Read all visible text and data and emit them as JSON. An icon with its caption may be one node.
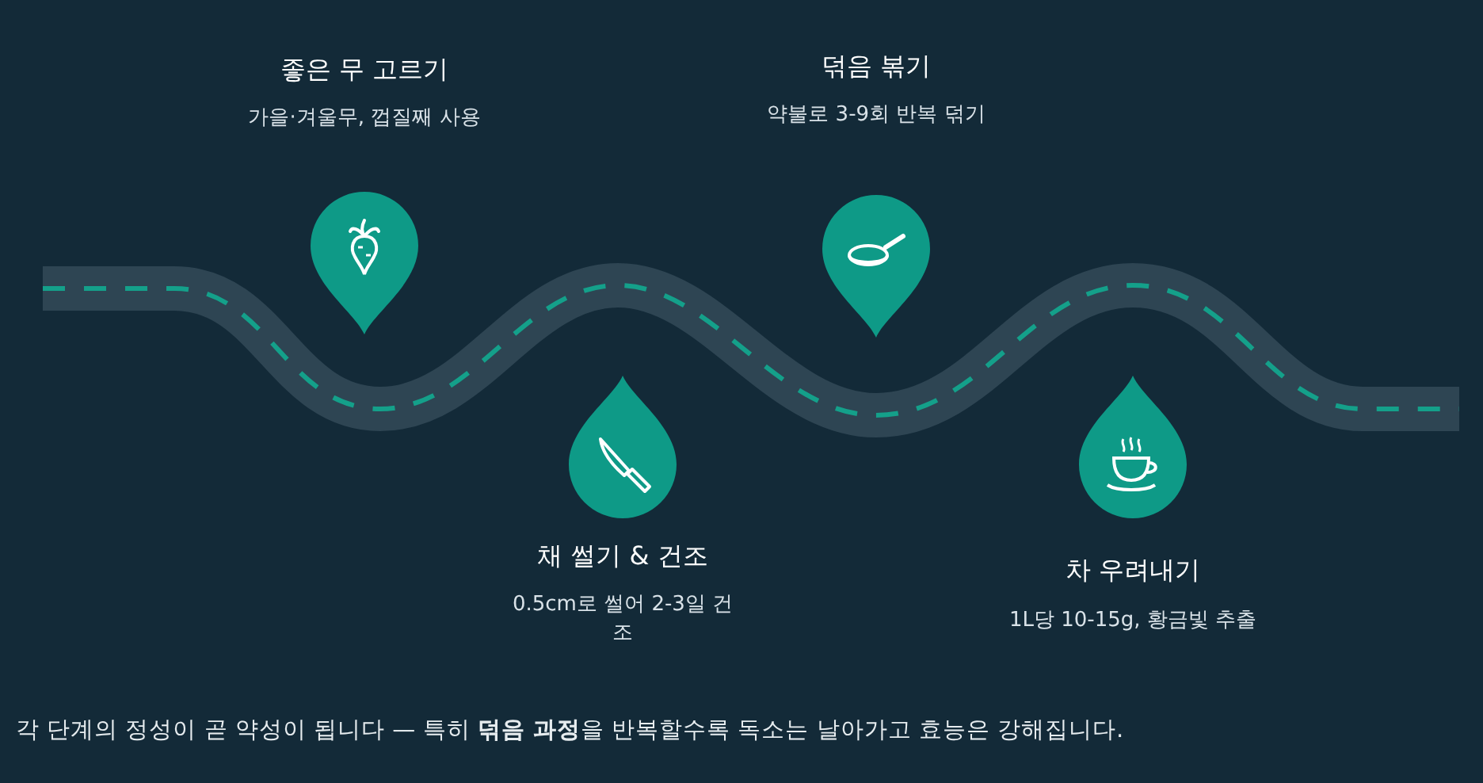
{
  "diagram": {
    "nodes": [
      {
        "text": [
          "좋은 무 고르기",
          "가을·겨울무, 껍질째 사용"
        ]
      },
      {
        "text": [
          "채 썰기 & 건조",
          "0.5cm로 썰어 2-3일 건조"
        ]
      },
      {
        "text": [
          "덖음 볶기",
          "약불로 3-9회 반복 덖기"
        ]
      },
      {
        "text": [
          "차 우려내기",
          "1L당 10-15g, 황금빛 추출"
        ]
      }
    ],
    "labels": [
      "각 단계의 정성이 곧 약성이 됩니다 — 특히 **덖음 과정**을 반복할수록 독소는 날아가고 효능은 강해집니다."
    ]
  }
}
